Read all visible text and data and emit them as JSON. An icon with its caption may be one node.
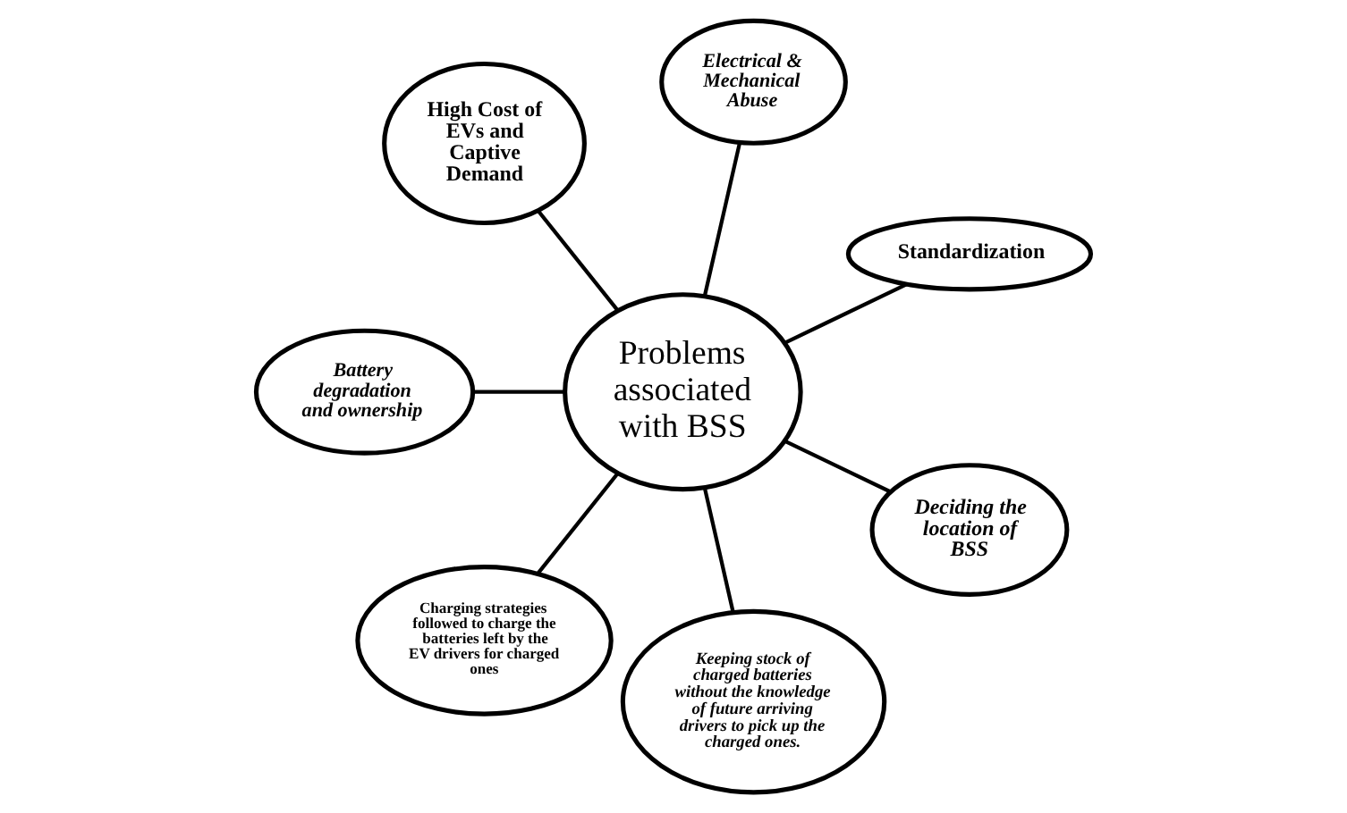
{
  "diagram": {
    "nodes": [
      {
        "text": [
          "Standardization"
        ]
      },
      {
        "text": [
          "Electrical & Mechanical Abuse"
        ]
      },
      {
        "text": [
          "High Cost of EVs and Captive Demand"
        ]
      },
      {
        "text": [
          "Problems associated with BSS"
        ]
      },
      {
        "text": [
          "Battery degradation and ownership"
        ]
      },
      {
        "text": [
          "Charging strategies followed to charge the batteries left by the EV drivers for charged ones"
        ]
      },
      {
        "text": [
          "Keeping stock of charged batteries without the knowledge of future arriving drivers to pick up the charged ones."
        ]
      },
      {
        "text": [
          "Deciding the location of BSS"
        ]
      }
    ],
    "edges": [
      {
        "from": 3,
        "to": 0,
        "arrow": "none"
      },
      {
        "from": 3,
        "to": 2,
        "arrow": "none"
      },
      {
        "from": 3,
        "to": 5,
        "arrow": "none"
      },
      {
        "from": 3,
        "to": 7,
        "arrow": "none"
      },
      {
        "from": 3,
        "to": 6,
        "arrow": "none"
      },
      {
        "from": 3,
        "to": 4,
        "arrow": "none"
      },
      {
        "from": 3,
        "to": 1,
        "arrow": "none"
      }
    ]
  }
}
